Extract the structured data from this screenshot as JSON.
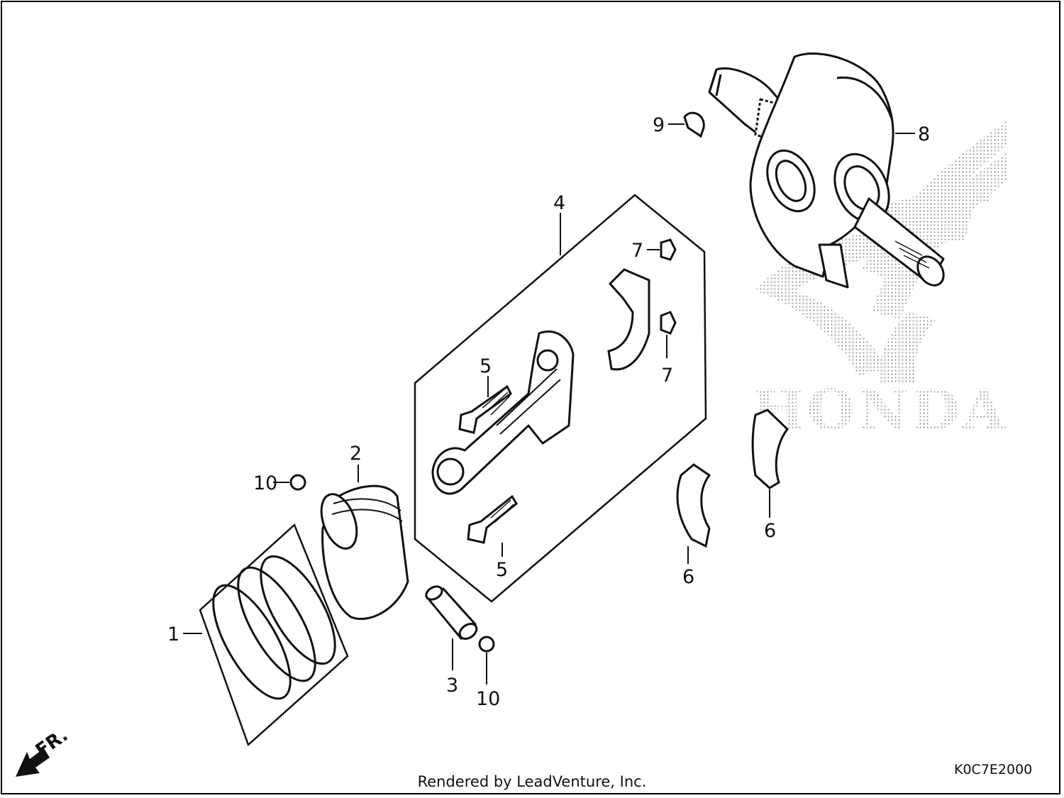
{
  "diagram": {
    "labels": {
      "l1": "1",
      "l2": "2",
      "l3": "3",
      "l4": "4",
      "l5a": "5",
      "l5b": "5",
      "l6a": "6",
      "l6b": "6",
      "l7a": "7",
      "l7b": "7",
      "l8": "8",
      "l9": "9",
      "l10a": "10",
      "l10b": "10"
    },
    "direction_marker": "FR.",
    "watermark": "HONDA",
    "diagram_code": "K0C7E2000",
    "footer": "Rendered by LeadVenture, Inc."
  }
}
